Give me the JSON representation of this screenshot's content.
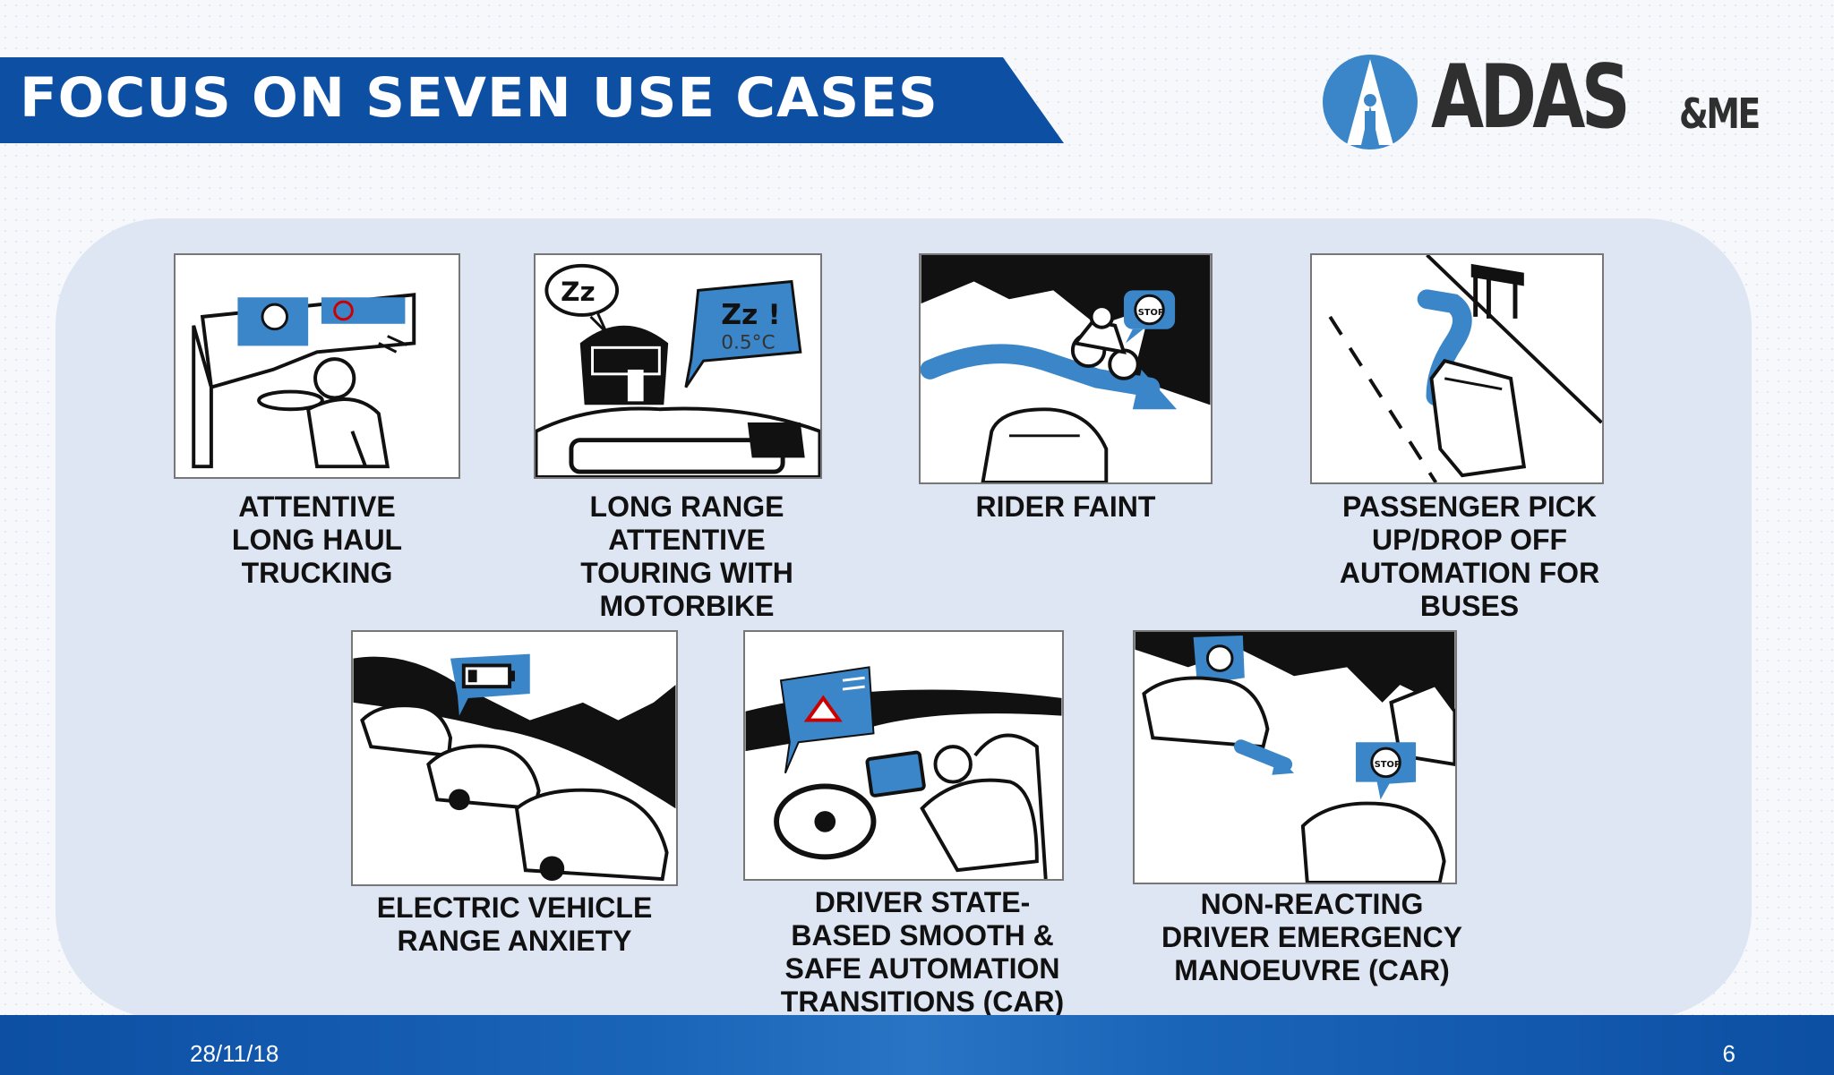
{
  "slide": {
    "title": "FOCUS ON SEVEN USE CASES",
    "logo": {
      "main": "ADAS",
      "suffix": "&ME"
    },
    "use_cases": [
      {
        "caption": "ATTENTIVE\nLONG HAUL\nTRUCKING",
        "icon": "truck-driver-icon"
      },
      {
        "caption": "LONG RANGE\nATTENTIVE\nTOURING WITH\nMOTORBIKE",
        "icon": "motorbike-rider-icon",
        "bubble_text": "Zz !",
        "bubble_sub": "0.5°C",
        "thought_text": "Zz"
      },
      {
        "caption": "RIDER FAINT",
        "icon": "rider-faint-icon",
        "sign": "STOP"
      },
      {
        "caption": "PASSENGER PICK\nUP/DROP OFF\nAUTOMATION FOR\nBUSES",
        "icon": "bus-stop-icon"
      },
      {
        "caption": "ELECTRIC VEHICLE\nRANGE ANXIETY",
        "icon": "battery-icon"
      },
      {
        "caption": "DRIVER STATE-\nBASED SMOOTH &\nSAFE AUTOMATION\nTRANSITIONS (CAR)",
        "icon": "automation-car-icon"
      },
      {
        "caption": "NON-REACTING\nDRIVER EMERGENCY\nMANOEUVRE (CAR)",
        "icon": "emergency-car-icon",
        "sign": "STOP"
      }
    ],
    "footer": {
      "date": "28/11/18",
      "page": "6"
    },
    "colors": {
      "brand_blue": "#0c4fa3",
      "accent_blue": "#3b86c8",
      "panel": "#dfe6f3"
    }
  }
}
